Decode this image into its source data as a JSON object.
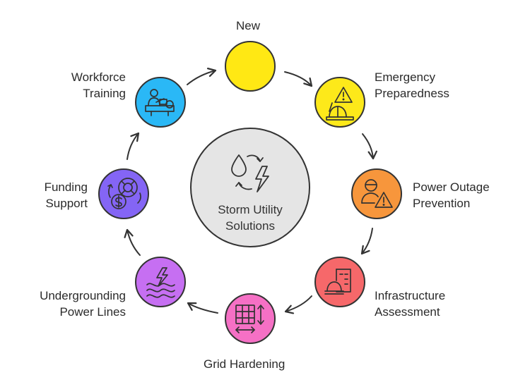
{
  "center": {
    "label": "Storm Utility\nSolutions",
    "icon": "water-drop-lightning-cycle-icon",
    "fill": "#e5e5e5"
  },
  "steps": [
    {
      "label": "New",
      "icon": "",
      "color": "#ffe814"
    },
    {
      "label": "Emergency\nPreparedness",
      "icon": "construction-warning-icon",
      "color": "#fde91a"
    },
    {
      "label": "Power Outage\nPrevention",
      "icon": "worker-warning-icon",
      "color": "#f7963c"
    },
    {
      "label": "Infrastructure\nAssessment",
      "icon": "building-worker-icon",
      "color": "#f6686a"
    },
    {
      "label": "Grid Hardening",
      "icon": "grid-arrows-icon",
      "color": "#f570c5"
    },
    {
      "label": "Undergrounding\nPower Lines",
      "icon": "lightning-waves-icon",
      "color": "#c66ff2"
    },
    {
      "label": "Funding\nSupport",
      "icon": "money-lifebuoy-icon",
      "color": "#8465f5"
    },
    {
      "label": "Workforce\nTraining",
      "icon": "trainer-desk-icon",
      "color": "#2ab8f6"
    }
  ]
}
